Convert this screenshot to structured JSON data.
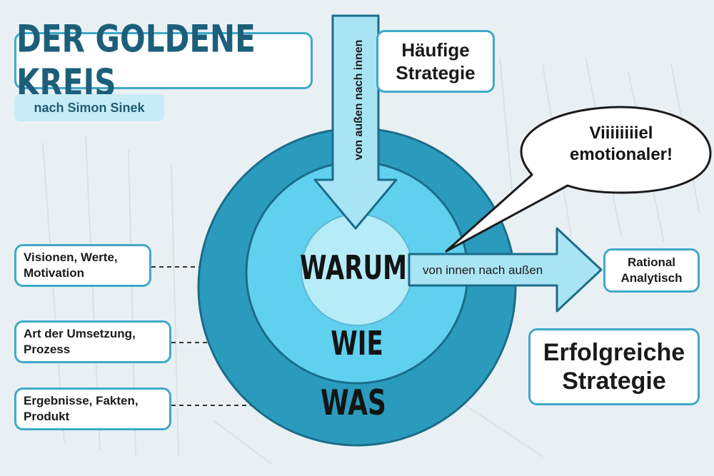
{
  "title": "DER GOLDENE KREIS",
  "subtitle": "nach Simon Sinek",
  "arrow_outside_in": {
    "label": "von außen nach innen",
    "strategy": [
      "Häufige",
      "Strategie"
    ]
  },
  "arrow_inside_out": {
    "label": "von innen nach außen",
    "strategy": [
      "Erfolgreiche",
      "Strategie"
    ]
  },
  "speech_bubble": [
    "Viiiiiiiiel",
    "emotionaler!"
  ],
  "rational_box": [
    "Rational",
    "Analytisch"
  ],
  "circles": {
    "inner": "WARUM",
    "middle": "WIE",
    "outer": "WAS"
  },
  "left_labels": [
    [
      "Visionen, Werte,",
      "Motivation"
    ],
    [
      "Art der Umsetzung,",
      "Prozess"
    ],
    [
      "Ergebnisse, Fakten,",
      "Produkt"
    ]
  ],
  "colors": {
    "outer_ring": "#2b9bbd",
    "middle_ring": "#5fd0ee",
    "inner_circle": "#b5ecf8",
    "arrow_fill": "#a9e4f4",
    "border_accent": "#3fa9c9",
    "title_color": "#1c5f7a",
    "background": "#e9f0f4"
  }
}
